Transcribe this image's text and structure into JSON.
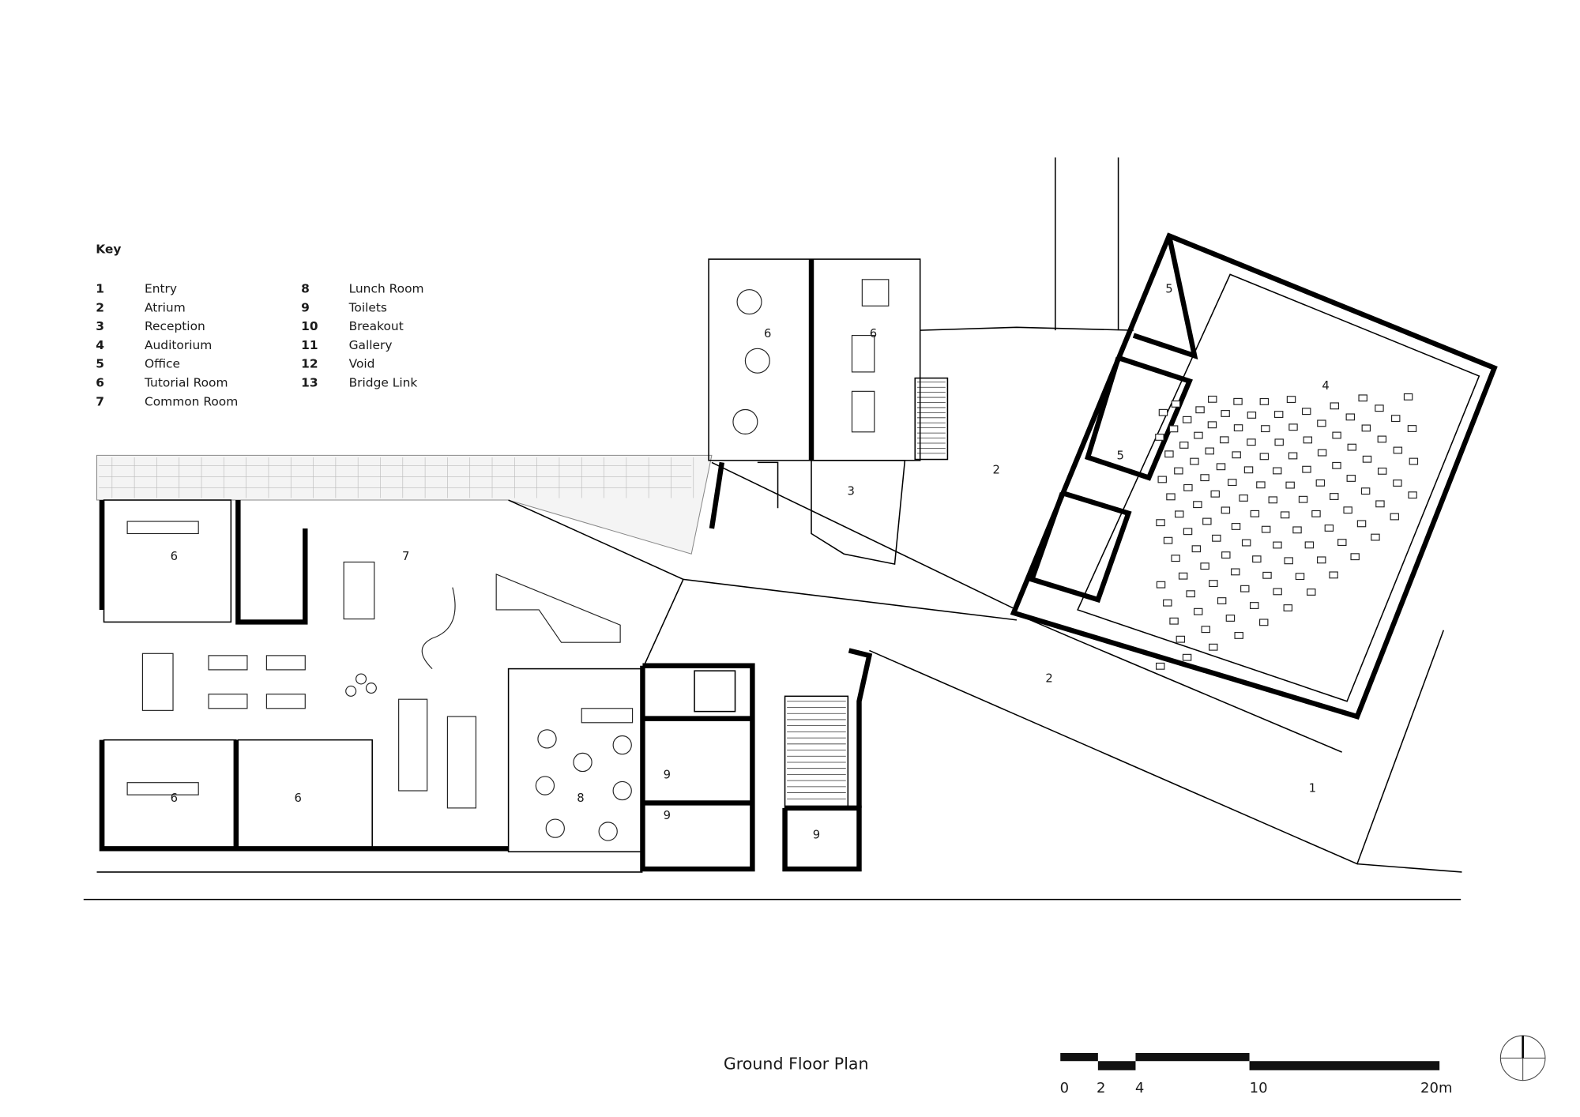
{
  "key": {
    "title": "Key",
    "items": [
      {
        "num": "1",
        "label": "Entry"
      },
      {
        "num": "2",
        "label": "Atrium"
      },
      {
        "num": "3",
        "label": "Reception"
      },
      {
        "num": "4",
        "label": "Auditorium"
      },
      {
        "num": "5",
        "label": "Office"
      },
      {
        "num": "6",
        "label": "Tutorial Room"
      },
      {
        "num": "7",
        "label": "Common Room"
      },
      {
        "num": "8",
        "label": "Lunch Room"
      },
      {
        "num": "9",
        "label": "Toilets"
      },
      {
        "num": "10",
        "label": "Breakout"
      },
      {
        "num": "11",
        "label": "Gallery"
      },
      {
        "num": "12",
        "label": "Void"
      },
      {
        "num": "13",
        "label": "Bridge Link"
      }
    ]
  },
  "plan": {
    "title": "Ground Floor Plan",
    "room_labels": [
      "6",
      "7",
      "6",
      "6",
      "3",
      "2",
      "5",
      "4",
      "5",
      "2",
      "1",
      "6",
      "6",
      "9",
      "9",
      "8",
      "9"
    ]
  },
  "scale_bar": {
    "ticks": [
      "0",
      "2",
      "4",
      "10",
      "20m"
    ]
  },
  "north_arrow_icon": "north-arrow-icon"
}
